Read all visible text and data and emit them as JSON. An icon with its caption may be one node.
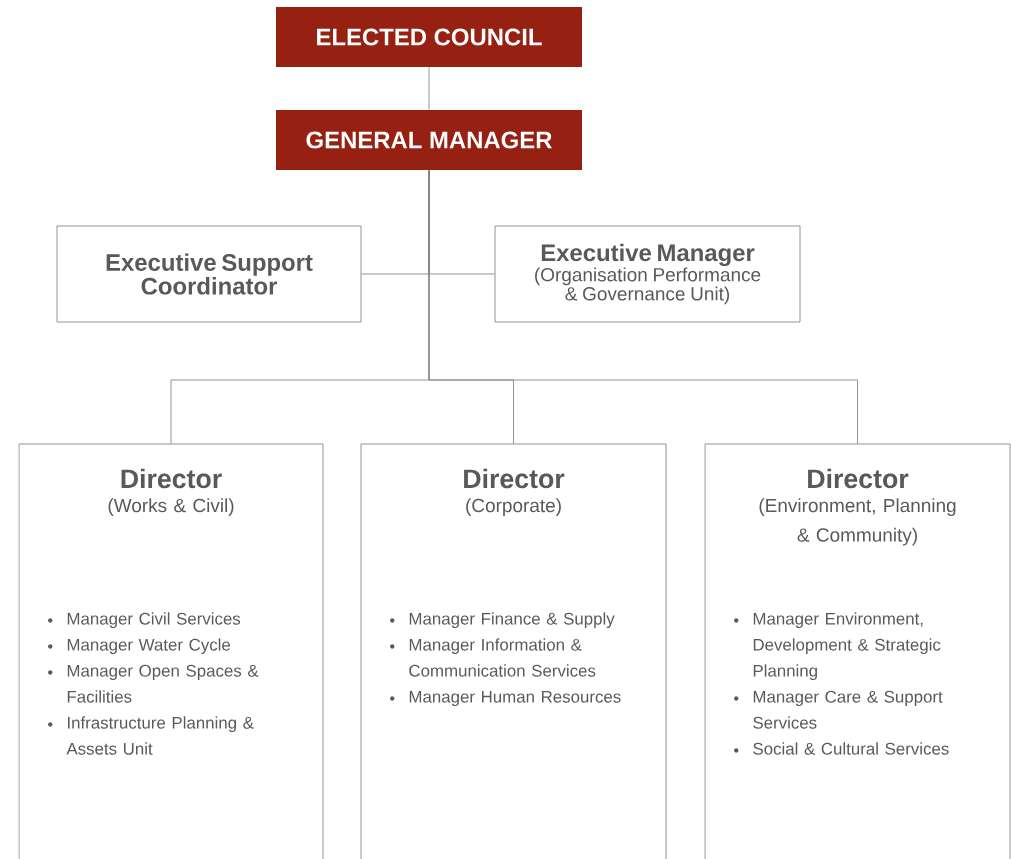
{
  "diagram": {
    "nodes": [
      {
        "text": [
          "ELECTED COUNCIL"
        ]
      },
      {
        "text": [
          "GENERAL MANAGER"
        ]
      },
      {
        "text": [
          "Executive Support Coordinator"
        ]
      },
      {
        "text": [
          "Executive Manager",
          "(Organisation Performance & Governance Unit)"
        ]
      },
      {
        "text": [
          "Director",
          "(Works & Civil)",
          "Manager Civil Services",
          "Manager Water Cycle",
          "Manager Open Spaces & Facilities",
          "Infrastructure Planning & Assets Unit"
        ]
      },
      {
        "text": [
          "Director",
          "(Corporate)",
          "Manager Finance & Supply",
          "Manager Information & Communication Services",
          "Manager Human Resources"
        ]
      },
      {
        "text": [
          "Director",
          "(Environment, Planning & Community)",
          "Manager Environment, Development & Strategic Planning",
          "Manager Care & Support Services",
          "Social & Cultural Services"
        ]
      }
    ],
    "edges": [
      {
        "from": 0,
        "to": 1,
        "arrow": "none"
      },
      {
        "from": 1,
        "to": 2,
        "arrow": "none"
      },
      {
        "from": 1,
        "to": 3,
        "arrow": "none"
      },
      {
        "from": 1,
        "to": 4,
        "arrow": "none"
      },
      {
        "from": 1,
        "to": 5,
        "arrow": "none"
      },
      {
        "from": 1,
        "to": 6,
        "arrow": "none"
      }
    ]
  }
}
